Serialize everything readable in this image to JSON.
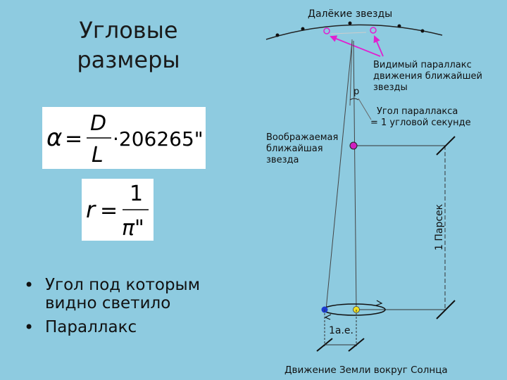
{
  "slide": {
    "title_line1": "Угловые",
    "title_line2": "размеры",
    "formula_angle": {
      "alpha": "α",
      "equals": "=",
      "numerator": "D",
      "denominator": "L",
      "multiplier": "·206265\""
    },
    "formula_distance": {
      "r": "r",
      "equals": "=",
      "numerator": "1",
      "denominator": "π\""
    },
    "bullets": [
      "Угол под которым видно светило",
      "Параллакс"
    ]
  },
  "diagram": {
    "far_stars_label": "Далёкие звезды",
    "apparent_parallax_label": [
      "Видимый параллакс",
      "движения ближайшей",
      "звезды"
    ],
    "p_label": "p",
    "parallax_angle_label": [
      "Угол параллакса",
      "= 1 угловой секунде"
    ],
    "near_star_label": [
      "Воображаемая",
      "ближайшая",
      "звезда"
    ],
    "parsec_label": "1 Парсек",
    "au_label": "1а.е.",
    "earth_motion_label": "Движение Земли вокруг Солнца",
    "colors": {
      "magenta": "#e020d0",
      "earth": "#2040d0",
      "sun": "#f0e020",
      "line": "#222222"
    }
  }
}
